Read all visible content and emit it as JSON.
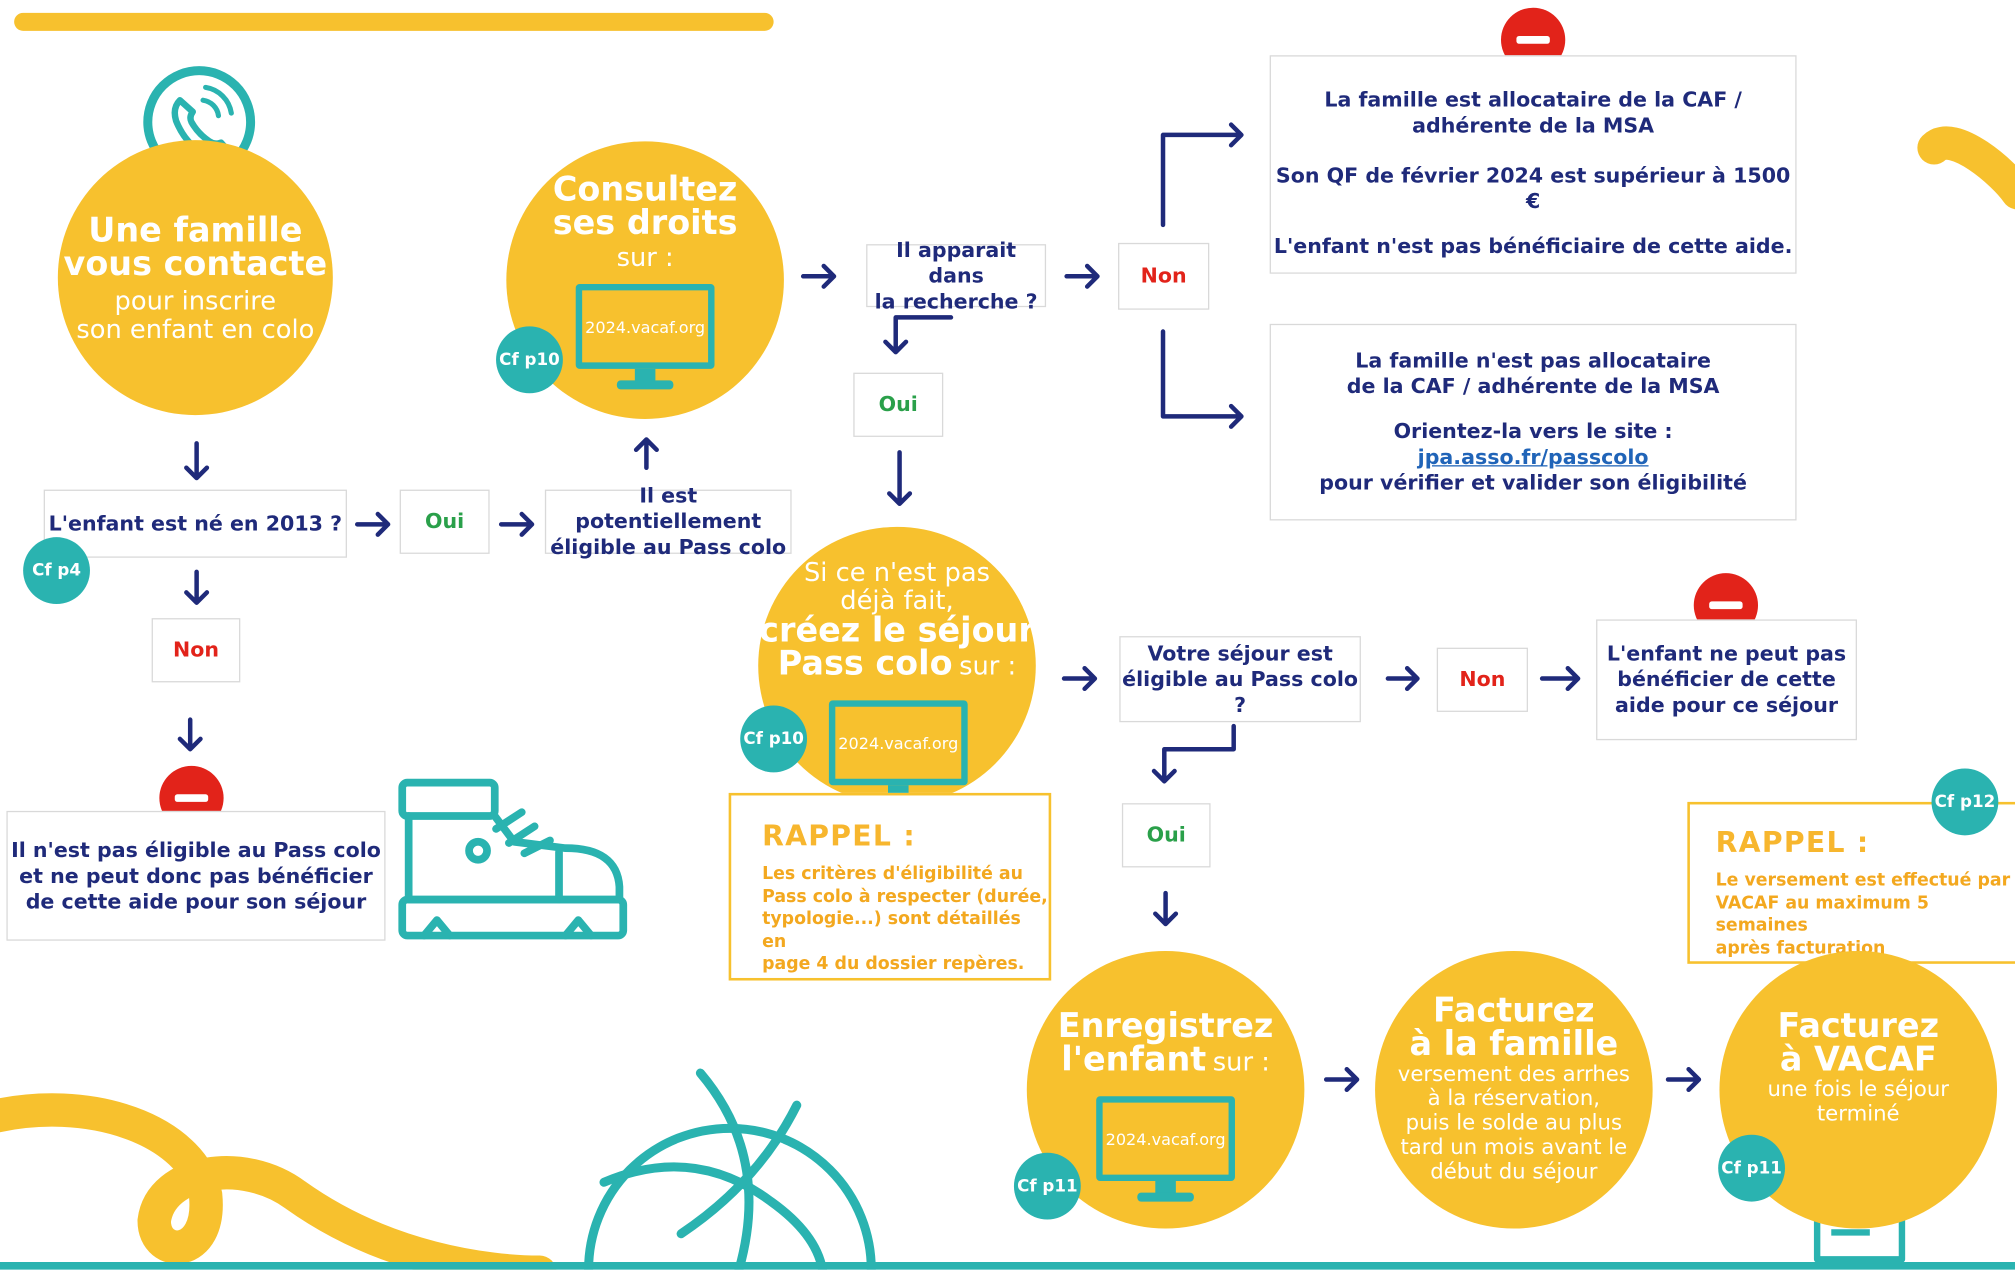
{
  "colors": {
    "navy": "#1f2a7a",
    "yellow": "#f7c12e",
    "teal": "#2ab3b0",
    "red": "#e2231a",
    "green": "#2aa04a"
  },
  "icons": {
    "phone": "phone-icon",
    "boot": "boot-icon",
    "ball": "beach-ball-icon",
    "invoice": "invoice-icon",
    "stop": "stop-icon",
    "monitor": "monitor-icon"
  },
  "start": {
    "title_line1": "Une famille",
    "title_line2": "vous contacte",
    "sub_line1": "pour inscrire",
    "sub_line2": "son enfant en colo"
  },
  "q_born": {
    "text": "L'enfant est né en 2013 ?",
    "cf": "Cf p4"
  },
  "born_oui": "Oui",
  "born_non": "Non",
  "not_eligible": {
    "line1": "Il n'est pas éligible au Pass colo",
    "line2": "et ne peut donc pas bénéficier",
    "line3": "de cette aide pour son séjour"
  },
  "potentially": {
    "line1": "Il est potentiellement",
    "line2": "éligible au Pass colo"
  },
  "consult": {
    "title_line1": "Consultez",
    "title_line2": "ses droits",
    "sub": "sur :",
    "url": "2024.vacaf.org",
    "cf": "Cf p10"
  },
  "q_appears": {
    "line1": "Il apparait dans",
    "line2": "la recherche ?"
  },
  "appears_non": "Non",
  "appears_oui": "Oui",
  "caf_over": {
    "line1": "La famille est allocataire de la CAF /",
    "line2": "adhérente de la MSA",
    "line3": "Son QF de février 2024 est supérieur à 1500 €",
    "line4": "L'enfant n'est pas bénéficiaire de cette aide."
  },
  "caf_not": {
    "line1": "La famille n'est pas allocataire",
    "line2": "de la CAF / adhérente de la MSA",
    "line3": "Orientez-la vers le site :",
    "link": "jpa.asso.fr/passcolo",
    "line4": "pour vérifier et valider son éligibilité"
  },
  "create": {
    "sub_line1": "Si ce n'est pas",
    "sub_line2": "déjà fait,",
    "title_line1": "créez le séjour",
    "title_line2": "Pass colo",
    "sur": "sur :",
    "url": "2024.vacaf.org",
    "cf": "Cf p10"
  },
  "rappel1": {
    "title": "RAPPEL :",
    "line1": "Les critères d'éligibilité au",
    "line2": "Pass colo à respecter (durée,",
    "line3": "typologie...) sont détaillés en",
    "line4": "page 4 du dossier repères."
  },
  "q_stay": {
    "line1": "Votre séjour est",
    "line2": "éligible au Pass colo ?"
  },
  "stay_non": "Non",
  "stay_oui": "Oui",
  "cannot": {
    "line1": "L'enfant ne peut pas",
    "line2": "bénéficier de cette",
    "line3": "aide pour ce séjour"
  },
  "register": {
    "title_line1": "Enregistrez",
    "title_line2": "l'enfant",
    "sur": "sur :",
    "url": "2024.vacaf.org",
    "cf": "Cf p11"
  },
  "bill_family": {
    "title_line1": "Facturez",
    "title_line2": "à la famille",
    "sub_line1": "versement des arrhes",
    "sub_line2": "à la réservation,",
    "sub_line3": "puis le solde au plus",
    "sub_line4": "tard un mois avant le",
    "sub_line5": "début du séjour"
  },
  "bill_vacaf": {
    "title_line1": "Facturez",
    "title_line2": "à VACAF",
    "sub_line1": "une fois le séjour",
    "sub_line2": "terminé",
    "cf": "Cf p11"
  },
  "rappel2": {
    "title": "RAPPEL :",
    "line1": "Le versement est effectué par",
    "line2": "VACAF au maximum 5 semaines",
    "line3": "après facturation",
    "cf": "Cf p12"
  }
}
